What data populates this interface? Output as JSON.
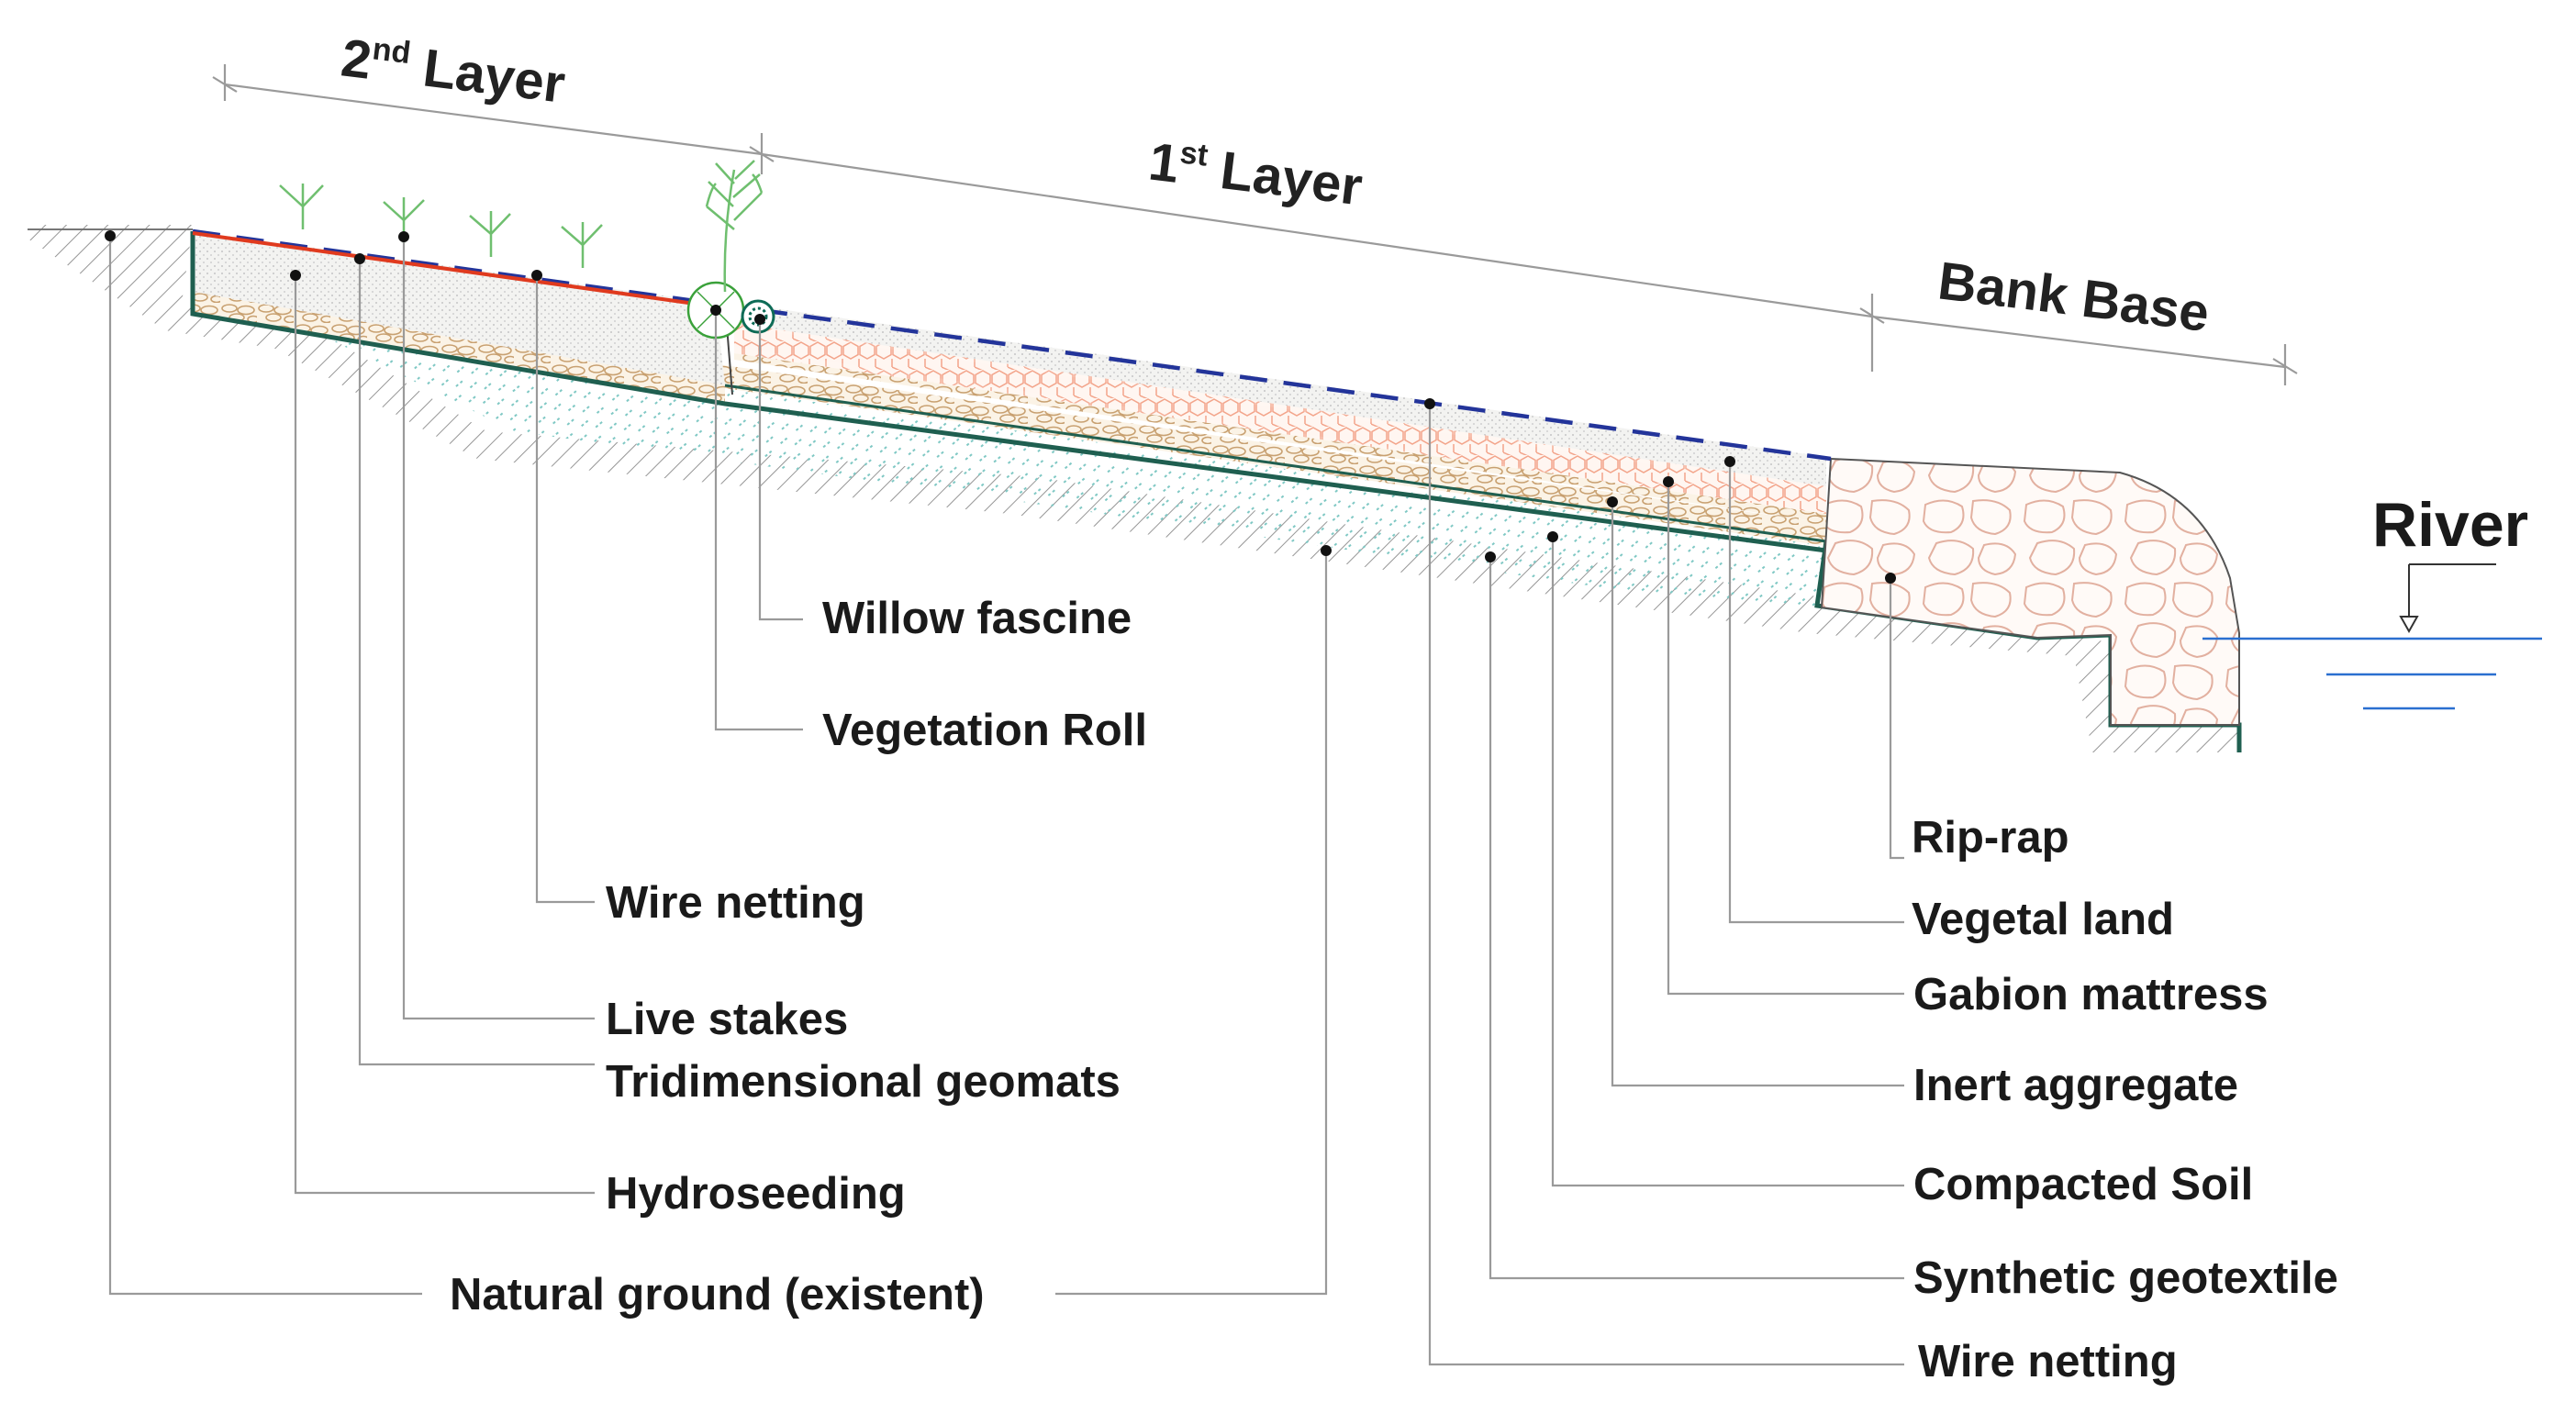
{
  "sections": {
    "second_layer": {
      "text": "2",
      "sup": "nd",
      "rest": " Layer"
    },
    "first_layer": {
      "text": "1",
      "sup": "st",
      "rest": " Layer"
    },
    "bank_base": "Bank Base"
  },
  "river": "River",
  "labels": {
    "willow_fascine": "Willow fascine",
    "vegetation_roll": "Vegetation Roll",
    "wire_netting_upper": "Wire netting",
    "live_stakes": "Live stakes",
    "tridimensional_geomats": "Tridimensional geomats",
    "hydroseeding": "Hydroseeding",
    "natural_ground": "Natural ground (existent)",
    "rip_rap": "Rip-rap",
    "vegetal_land": "Vegetal land",
    "gabion_mattress": "Gabion mattress",
    "inert_aggregate": "Inert aggregate",
    "compacted_soil": "Compacted Soil",
    "synthetic_geotextile": "Synthetic geotextile",
    "wire_netting_lower": "Wire netting"
  },
  "colors": {
    "liner": "#1f5f50",
    "wire_netting_dash": "#23349a",
    "geomat": "#e03a1e",
    "plant": "#6fbf6f",
    "river_water": "#2a6fd0",
    "aggregate": "#c8a070",
    "gabion_hex": "#f3a48a",
    "compacted_soil": "#7fc8c4",
    "riprap_stone": "#e2b0a0"
  }
}
